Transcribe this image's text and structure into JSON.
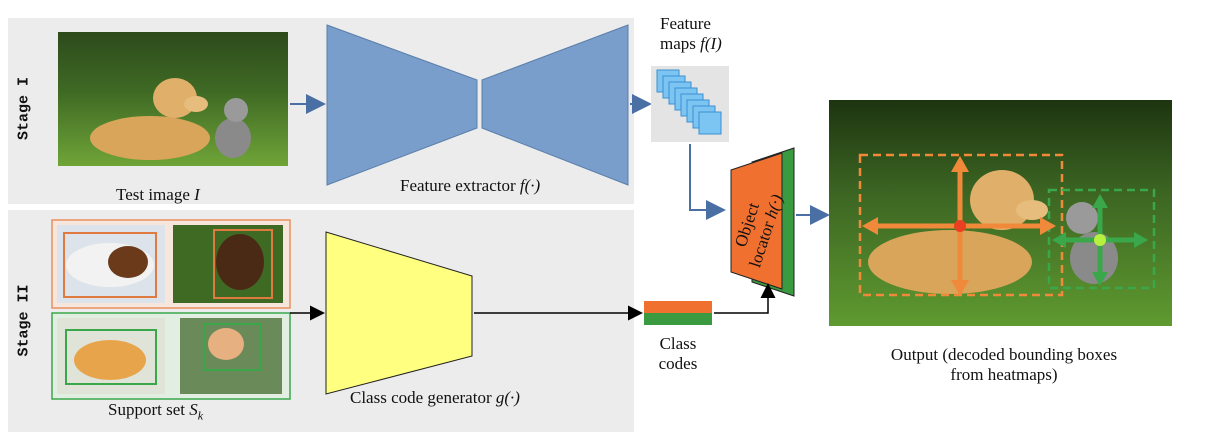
{
  "stages": {
    "stage1": "Stage I",
    "stage2": "Stage II"
  },
  "labels": {
    "test_image": "Test image",
    "test_image_var": "I",
    "feature_extractor": "Feature extractor",
    "feature_extractor_fn": "f(·)",
    "feature_maps_line1": "Feature",
    "feature_maps_line2": "maps",
    "feature_maps_fn": "f(I)",
    "object_locator_line1": "Object",
    "object_locator_line2": "locator",
    "object_locator_fn": "h(·)",
    "class_codes_line1": "Class",
    "class_codes_line2": "codes",
    "class_code_generator": "Class code generator",
    "class_code_generator_fn": "g(·)",
    "support_set": "Support set",
    "support_set_var": "S",
    "support_set_sub": "k",
    "output_line1": "Output (decoded bounding boxes",
    "output_line2": "from heatmaps)"
  },
  "colors": {
    "panel": "#ececec",
    "extractor": "#7a9ecb",
    "generator": "#ffff80",
    "locator_front": "#f07030",
    "locator_back": "#3a9a40",
    "dog_box": "#f08a3a",
    "cat_box": "#3aa84a",
    "feature_map": "#7cc4f2",
    "arrow": "#4a6fa5"
  }
}
